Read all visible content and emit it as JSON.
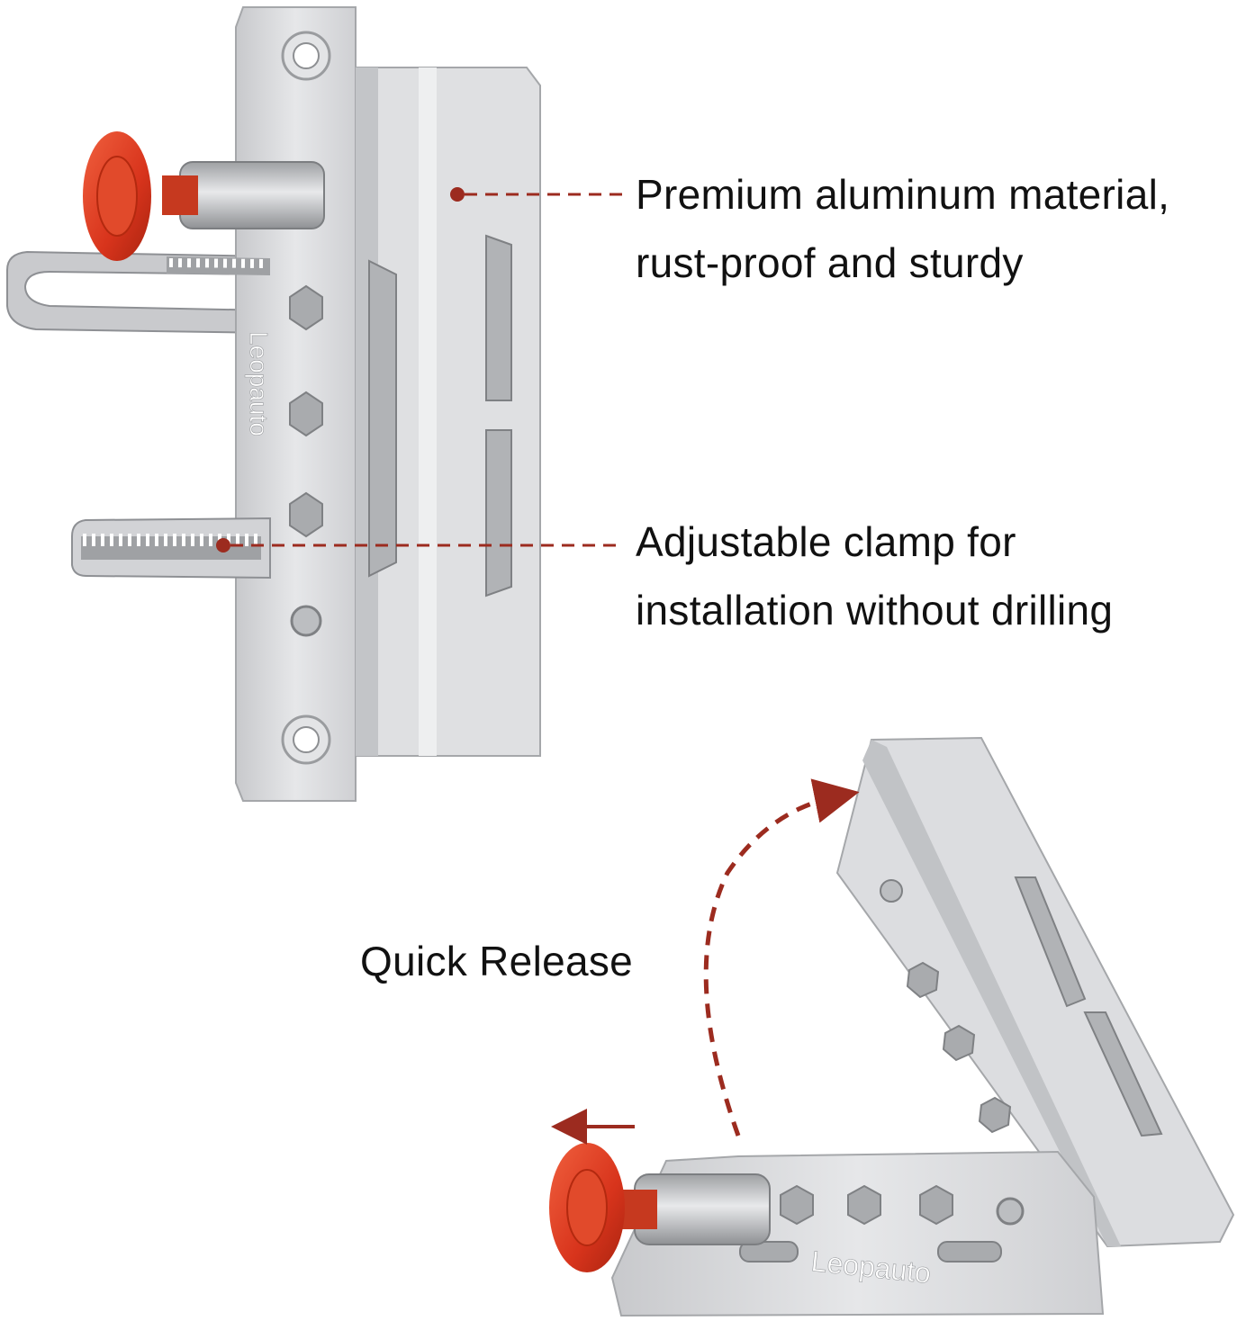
{
  "captions": {
    "material": {
      "line1": "Premium aluminum material,",
      "line2": "rust-proof and sturdy"
    },
    "clamp": {
      "line1": "Adjustable clamp for",
      "line2": "installation without drilling"
    },
    "release": {
      "label": "Quick Release"
    }
  },
  "brand": {
    "logo_text": "Leopauto"
  },
  "colors": {
    "background": "#ffffff",
    "aluminum": "#d7d8da",
    "aluminum_shadow": "#b3b5b8",
    "knob": "#d8341c",
    "callout": "#9c2b1f",
    "text": "#111111"
  }
}
